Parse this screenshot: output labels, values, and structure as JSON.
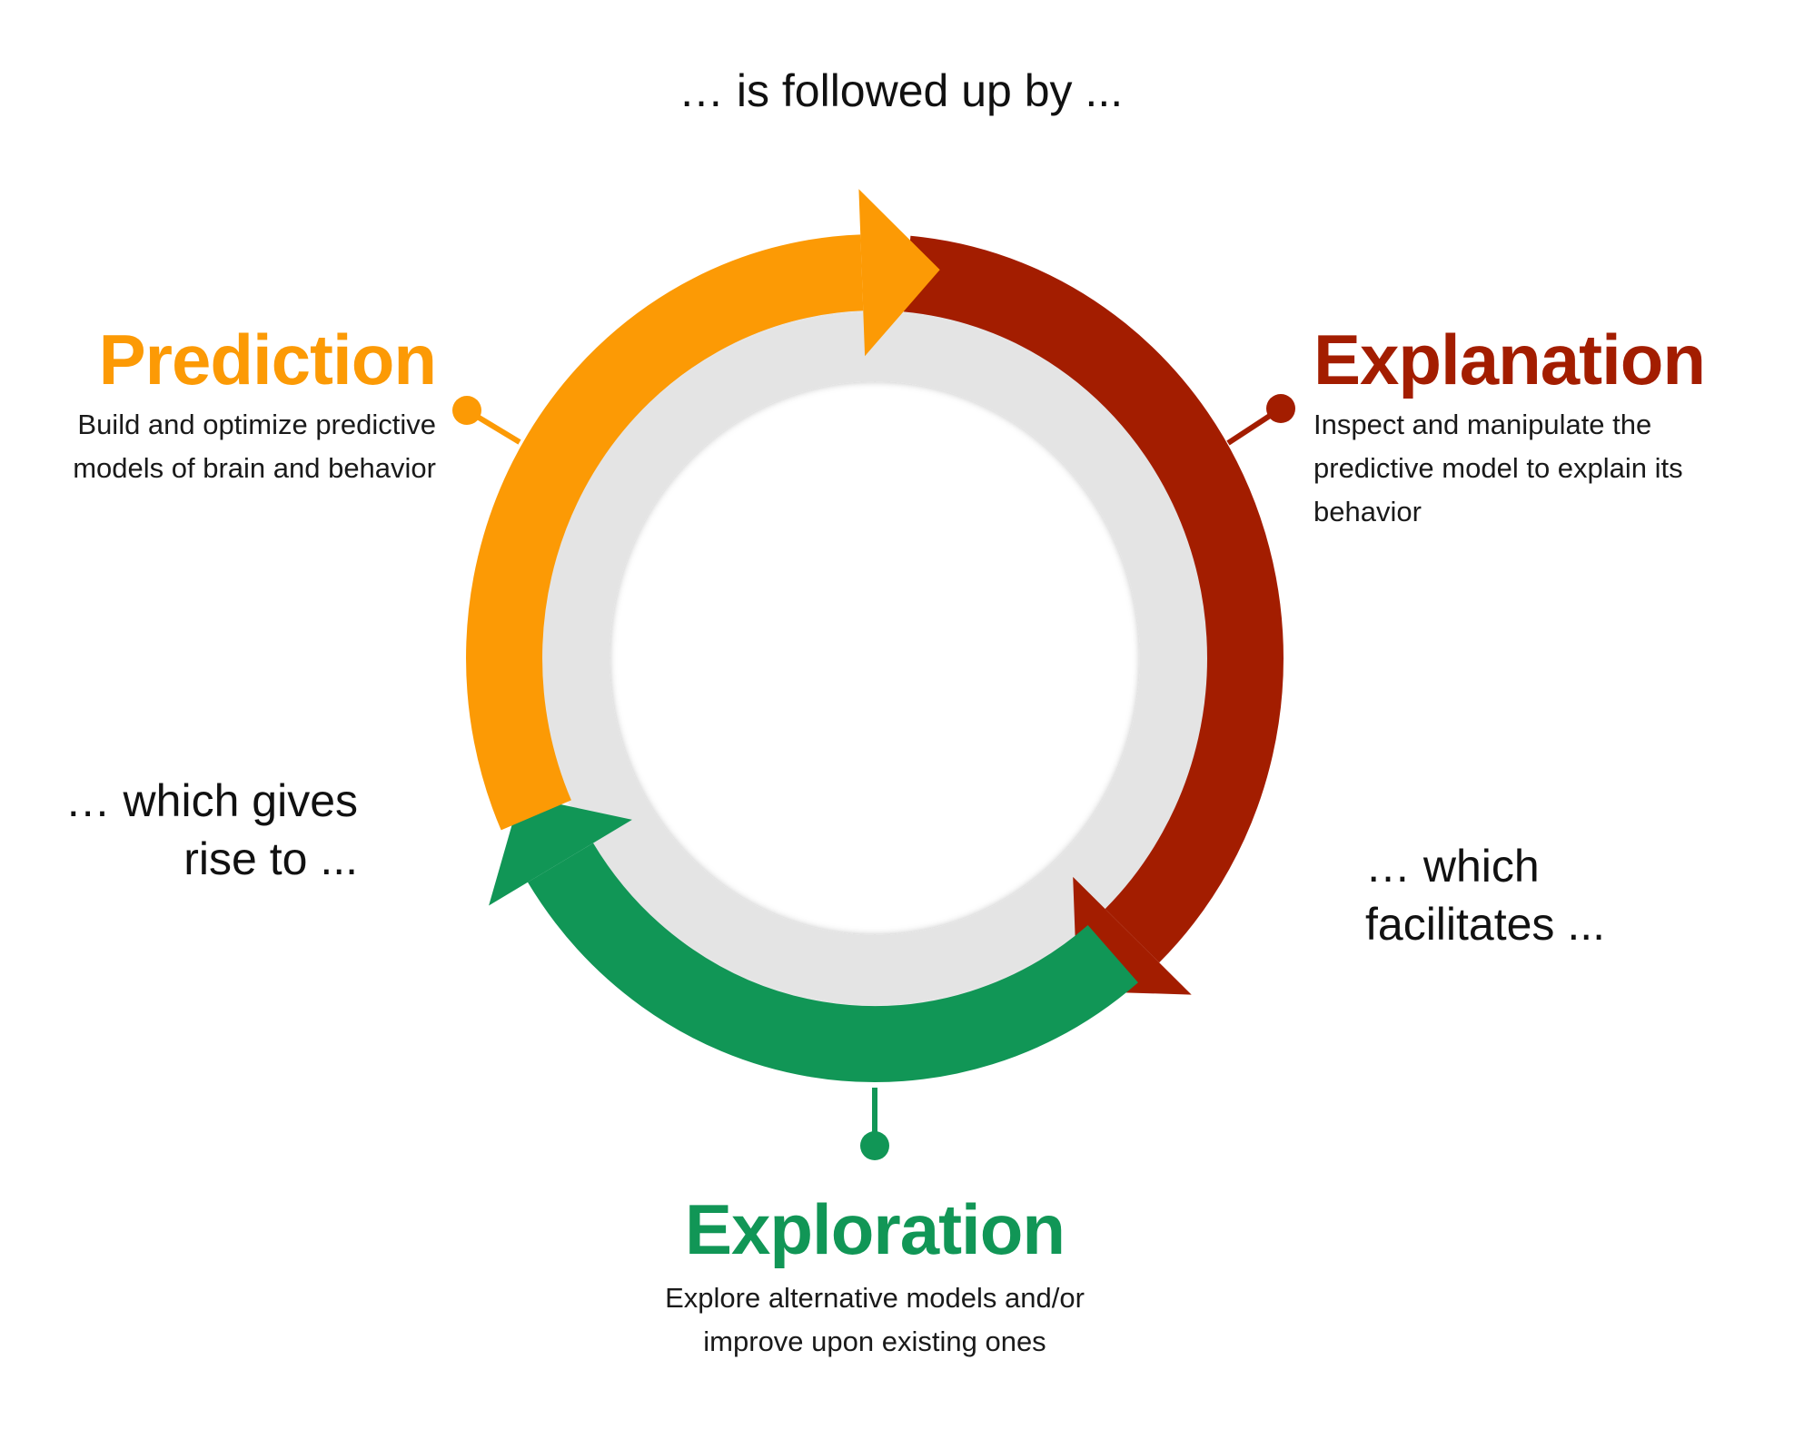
{
  "connectors": {
    "top": "… is followed up by ...",
    "left_line1": "… which gives",
    "left_line2": "rise to ...",
    "right_line1": "… which",
    "right_line2": "facilitates ..."
  },
  "stages": {
    "prediction": {
      "title": "Prediction",
      "desc_line1": "Build and optimize predictive",
      "desc_line2": "models of brain and behavior",
      "color": "#FC9A05"
    },
    "explanation": {
      "title": "Explanation",
      "desc_line1": "Inspect and manipulate the",
      "desc_line2": "predictive model to explain its",
      "desc_line3": "behavior",
      "color": "#A31D00"
    },
    "exploration": {
      "title": "Exploration",
      "desc_line1": "Explore alternative models and/or",
      "desc_line2": "improve upon existing ones",
      "color": "#119656"
    }
  },
  "ring": {
    "inner_color": "#E4E4E4"
  }
}
